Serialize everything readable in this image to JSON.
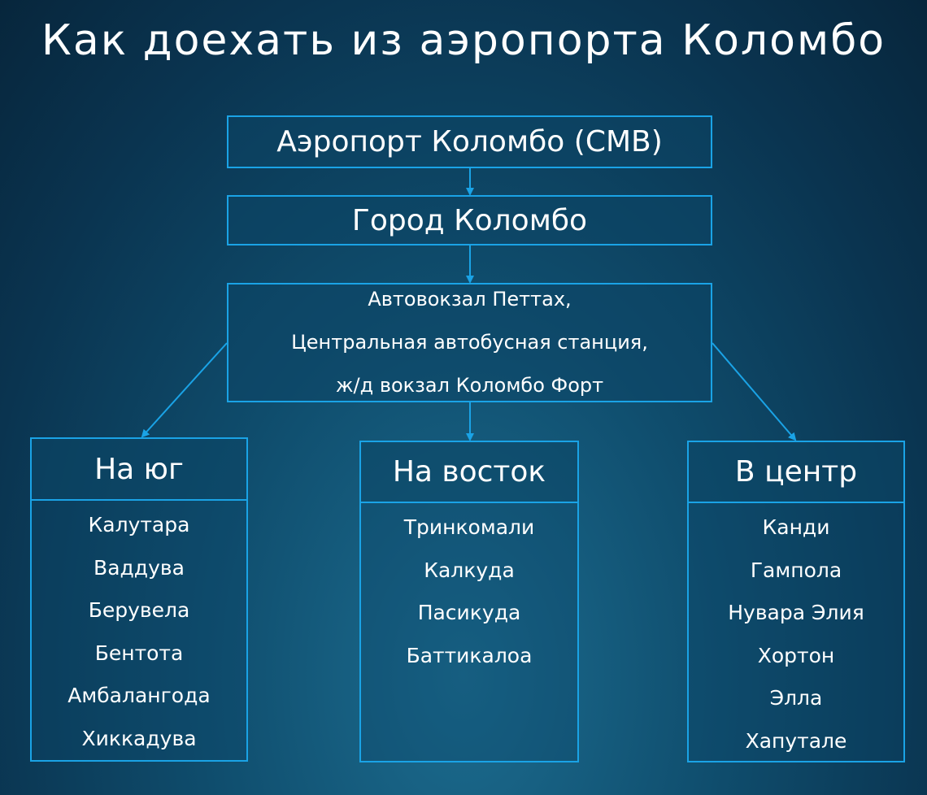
{
  "title": "Как доехать из аэропорта Коломбо",
  "nodes": {
    "airport": "Аэропорт Коломбо (CMB)",
    "city": "Город Коломбо",
    "stations": [
      "Автовокзал Петтах,",
      "Центральная автобусная станция,",
      "ж/д вокзал Коломбо Форт"
    ]
  },
  "directions": [
    {
      "label": "На юг",
      "places": [
        "Калутара",
        "Ваддува",
        "Берувела",
        "Бентота",
        "Амбалангода",
        "Хиккадува"
      ]
    },
    {
      "label": "На восток",
      "places": [
        "Тринкомали",
        "Калкуда",
        "Пасикуда",
        "Баттикалоа"
      ]
    },
    {
      "label": "В центр",
      "places": [
        "Канди",
        "Гампола",
        "Нувара Элия",
        "Хортон",
        "Элла",
        "Хапутале"
      ]
    }
  ],
  "colors": {
    "accent": "#1aa3e6",
    "text": "#ffffff"
  }
}
